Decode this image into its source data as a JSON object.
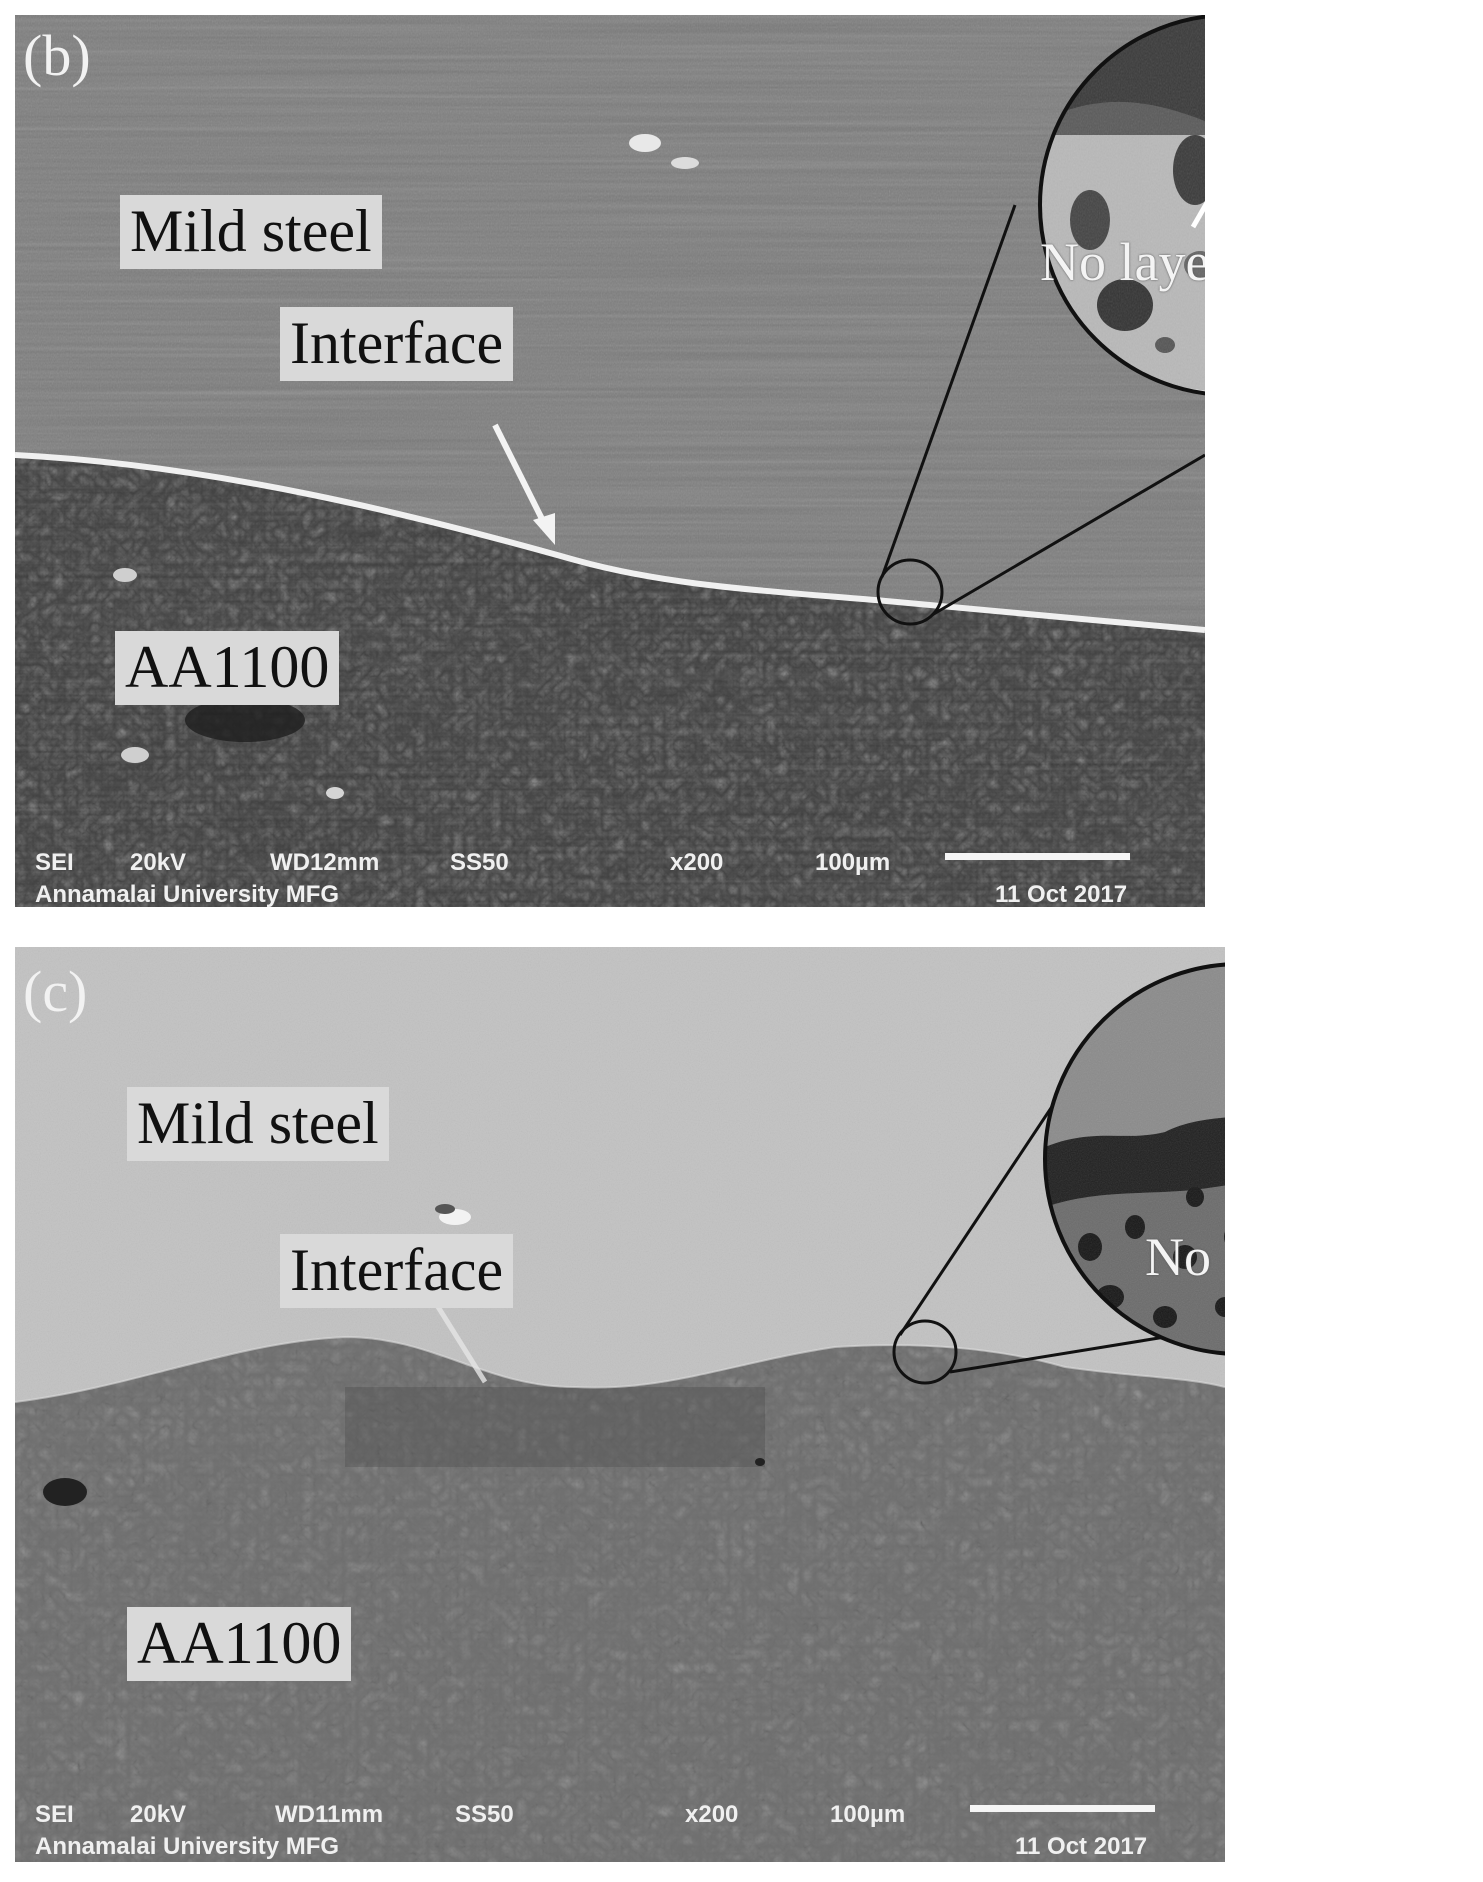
{
  "panels": [
    {
      "id": "b",
      "letter": "(b)",
      "labels": {
        "top_material": "Mild steel",
        "interface": "Interface",
        "bottom_material": "AA1100",
        "inset": "No layer"
      },
      "sem_info": {
        "mode": "SEI",
        "voltage": "20kV",
        "wd": "WD12mm",
        "ss": "SS50",
        "magnification": "x200",
        "scale": "100µm",
        "institution": "Annamalai University MFG",
        "date": "11 Oct 2017"
      }
    },
    {
      "id": "c",
      "letter": "(c)",
      "labels": {
        "top_material": "Mild steel",
        "interface": "Interface",
        "bottom_material": "AA1100",
        "inset": "No layer"
      },
      "sem_info": {
        "mode": "SEI",
        "voltage": "20kV",
        "wd": "WD11mm",
        "ss": "SS50",
        "magnification": "x200",
        "scale": "100µm",
        "institution": "Annamalai University MFG",
        "date": "11 Oct 2017"
      }
    }
  ]
}
